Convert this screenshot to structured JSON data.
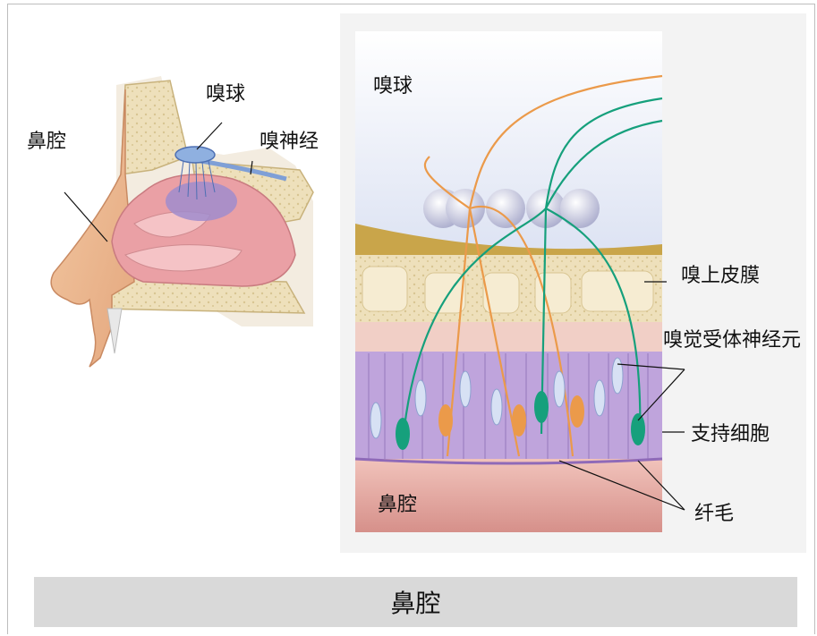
{
  "left_figure": {
    "labels": {
      "nasal_cavity": "鼻腔",
      "olfactory_bulb": "嗅球",
      "olfactory_nerve": "嗅神经"
    }
  },
  "right_figure": {
    "labels": {
      "olfactory_bulb": "嗅球",
      "olfactory_epithelium": "嗅上皮膜",
      "olfactory_receptor_neuron": "嗅觉受体神经元",
      "supporting_cell": "支持细胞",
      "nasal_cavity": "鼻腔",
      "cilia": "纤毛"
    }
  },
  "caption": "鼻腔",
  "colors": {
    "skin": "#e9b48c",
    "mucosa": "#e8a3a8",
    "bone": "#eadcb6",
    "bulb_blue": "#8fb0e0",
    "neuron_green": "#17a37f",
    "neuron_orange": "#f0a050",
    "support_purple": "#b99ad6",
    "cavity_pink": "#e7b3ad"
  }
}
